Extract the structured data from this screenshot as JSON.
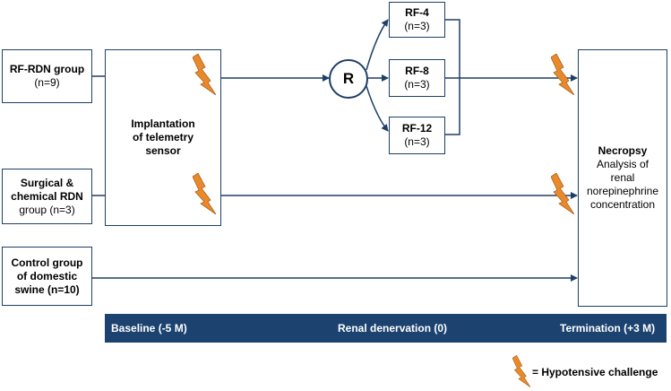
{
  "groups": {
    "rf_rdn": {
      "title": "RF-RDN group",
      "count": "(n=9)"
    },
    "surgical": {
      "title": "Surgical &",
      "title2": "chemical RDN",
      "count": "group (n=3)"
    },
    "control": {
      "line1": "Control group",
      "line2": "of domestic",
      "line3": "swine (n=10)"
    }
  },
  "implantation": {
    "line1": "Implantation",
    "line2": "of telemetry",
    "line3": "sensor"
  },
  "randomization": {
    "label": "R"
  },
  "arms": [
    {
      "name": "RF-4",
      "count": "(n=3)"
    },
    {
      "name": "RF-8",
      "count": "(n=3)"
    },
    {
      "name": "RF-12",
      "count": "(n=3)"
    }
  ],
  "necropsy": {
    "title": "Necropsy",
    "line1": "Analysis of",
    "line2": "renal",
    "line3": "norepinephrine",
    "line4": "concentration"
  },
  "timeline": {
    "baseline": "Baseline (-5 M)",
    "denervation": "Renal denervation (0)",
    "termination": "Termination (+3 M)"
  },
  "legend": {
    "text": "= Hypotensive challenge",
    "icon": "lightning-bolt-icon"
  },
  "colors": {
    "line": "#1f3f66",
    "bar": "#1c4270",
    "bolt": "#e88a2c"
  }
}
